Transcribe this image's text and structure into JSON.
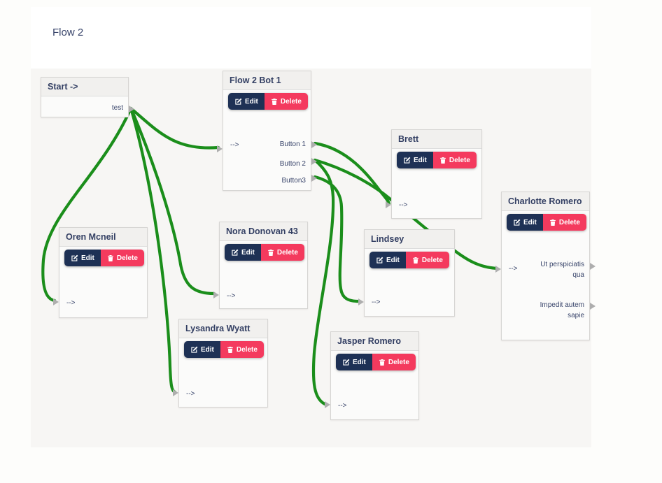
{
  "title": "Flow 2",
  "labels": {
    "edit": "Edit",
    "delete": "Delete",
    "arrow": "-->"
  },
  "nodes": {
    "start": {
      "title": "Start ->",
      "output": "test"
    },
    "bot1": {
      "title": "Flow 2 Bot 1",
      "input": "-->",
      "outputs": [
        "Button 1",
        "Button 2",
        "Button3"
      ]
    },
    "brett": {
      "title": "Brett",
      "input": "-->"
    },
    "oren": {
      "title": "Oren Mcneil",
      "input": "-->"
    },
    "nora": {
      "title": "Nora Donovan 43",
      "input": "-->"
    },
    "lindsey": {
      "title": "Lindsey",
      "input": "-->"
    },
    "lysandra": {
      "title": "Lysandra Wyatt",
      "input": "-->"
    },
    "jasper": {
      "title": "Jasper Romero",
      "input": "-->"
    },
    "charlotte": {
      "title": "Charlotte Romero",
      "input": "-->",
      "outputs": [
        "Ut perspiciatis qua",
        "Impedit autem sapie"
      ]
    }
  },
  "edges": [
    {
      "from": "start:test",
      "to": "flow-2-bot-1"
    },
    {
      "from": "start:test",
      "to": "oren-mcneil"
    },
    {
      "from": "start:test",
      "to": "nora-donovan-43"
    },
    {
      "from": "start:test",
      "to": "lysandra-wyatt"
    },
    {
      "from": "flow-2-bot-1:button-1",
      "to": "brett"
    },
    {
      "from": "flow-2-bot-1:button-2",
      "to": "charlotte-romero"
    },
    {
      "from": "flow-2-bot-1:button-3",
      "to": "lindsey"
    },
    {
      "from": "flow-2-bot-1:button-2",
      "to": "jasper-romero"
    }
  ],
  "colors": {
    "edge": "#1b8e1b",
    "edit_button": "#1e3155",
    "delete_button": "#f43a5e",
    "node_text": "#39456b",
    "header_text": "#333f63",
    "canvas": "#f7f6f4"
  }
}
